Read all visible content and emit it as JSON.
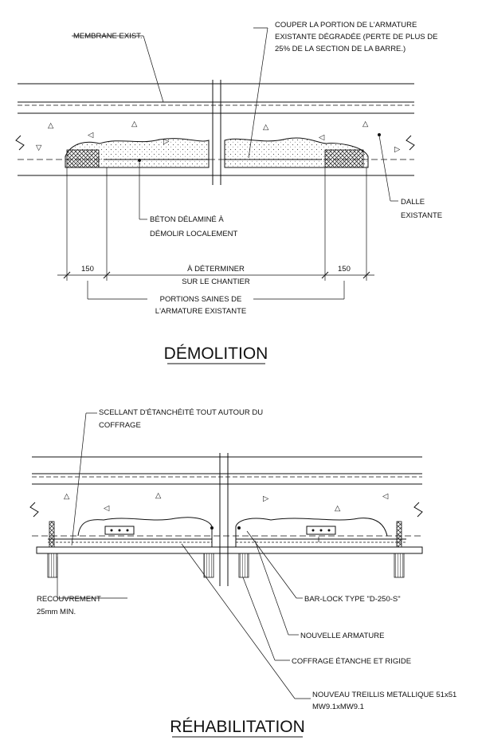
{
  "demolition": {
    "title": "DÉMOLITION",
    "label_membrane": "MEMBRANE EXIST.",
    "label_couper_1": "COUPER LA PORTION DE L'ARMATURE",
    "label_couper_2": "EXISTANTE DÉGRADÉE (PERTE DE PLUS DE",
    "label_couper_3": "25% DE LA SECTION DE LA BARRE.)",
    "label_beton_1": "BÉTON DÉLAMINÉ À",
    "label_beton_2": "DÉMOLIR LOCALEMENT",
    "label_dalle_1": "DALLE",
    "label_dalle_2": "EXISTANTE",
    "dim_left": "150",
    "dim_right": "150",
    "dim_center_1": "À DÉTERMINER",
    "dim_center_2": "SUR LE CHANTIER",
    "label_portions_1": "PORTIONS SAINES DE",
    "label_portions_2": "L'ARMATURE EXISTANTE"
  },
  "rehabilitation": {
    "title": "RÉHABILITATION",
    "label_scellant_1": "SCELLANT D'ÉTANCHÉITÉ TOUT AUTOUR DU",
    "label_scellant_2": "COFFRAGE",
    "label_recouvrement_1": "RECOUVREMENT",
    "label_recouvrement_2": "25mm MIN.",
    "label_barlock": "BAR-LOCK TYPE \"D-250-S\"",
    "label_armature": "NOUVELLE ARMATURE",
    "label_coffrage": "COFFRAGE ÉTANCHE ET RIGIDE",
    "label_treillis_1": "NOUVEAU TREILLIS METALLIQUE 51x51",
    "label_treillis_2": "MW9.1xMW9.1"
  }
}
